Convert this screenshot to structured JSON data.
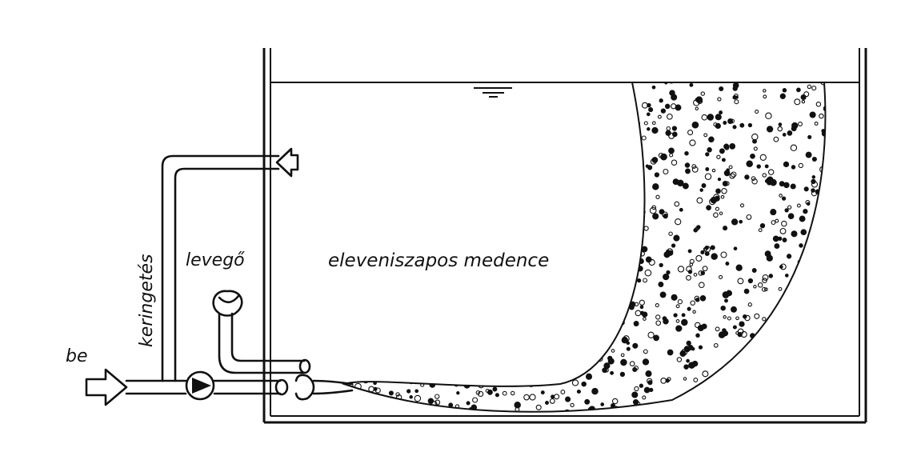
{
  "labels": {
    "inlet": "be",
    "recirculation": "keringetés",
    "air": "levegő",
    "basin": "eleveniszapos medence"
  },
  "colors": {
    "ink": "#111111",
    "background": "#ffffff"
  }
}
